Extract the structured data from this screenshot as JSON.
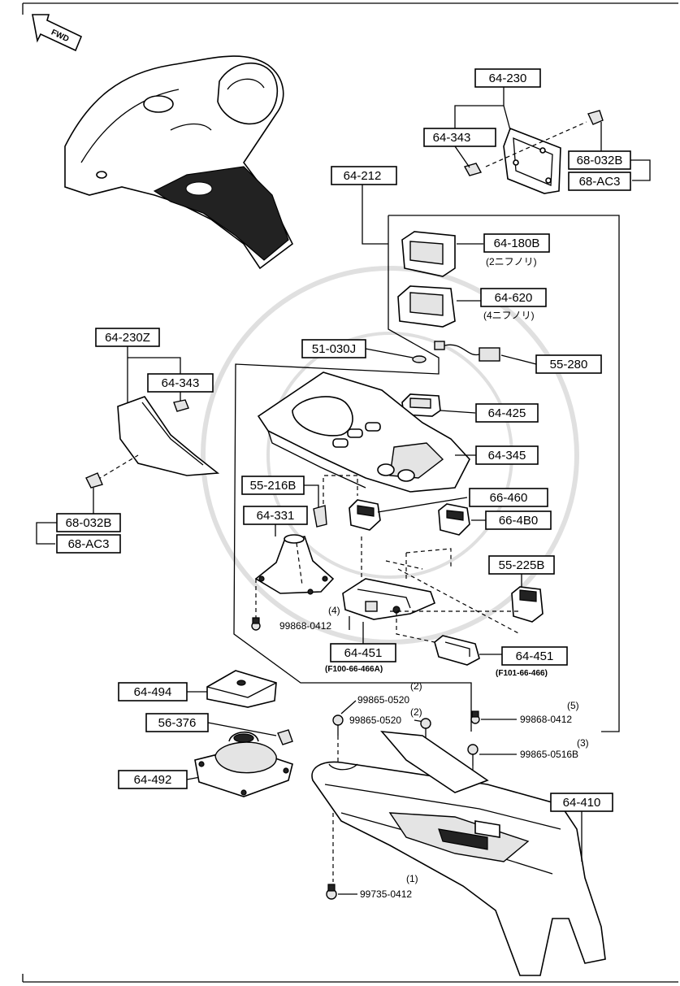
{
  "fwd": "FWD",
  "labels": {
    "l64_230": "64-230",
    "l64_343_top": "64-343",
    "l68_032b_top": "68-032B",
    "l68_ac3_top": "68-AC3",
    "l64_212": "64-212",
    "l64_180b": "64-180B",
    "l64_180b_note": "(2ニフノリ)",
    "l64_620": "64-620",
    "l64_620_note": "(4ニフノリ)",
    "l51_030j": "51-030J",
    "l55_280": "55-280",
    "l64_230z": "64-230Z",
    "l64_343_left": "64-343",
    "l64_425": "64-425",
    "l64_345": "64-345",
    "l55_216b": "55-216B",
    "l66_460": "66-460",
    "l64_331": "64-331",
    "l66_4b0": "66-4B0",
    "l68_032b_left": "68-032B",
    "l68_ac3_left": "68-AC3",
    "l55_225b": "55-225B",
    "q4": "(4)",
    "bolt_99868_a": "99868-0412",
    "l64_451_a": "64-451",
    "l64_451_a_note": "(F100-66-466A)",
    "l64_451_b": "64-451",
    "l64_451_b_note": "(F101-66-466)",
    "l64_494": "64-494",
    "q2a": "(2)",
    "bolt_99865_a": "99865-0520",
    "q2b": "(2)",
    "bolt_99865_b": "99865-0520",
    "l56_376": "56-376",
    "q5": "(5)",
    "bolt_99868_b": "99868-0412",
    "q3": "(3)",
    "bolt_99865_0516b": "99865-0516B",
    "l64_492": "64-492",
    "l64_410": "64-410",
    "q1": "(1)",
    "bolt_99735": "99735-0412"
  }
}
